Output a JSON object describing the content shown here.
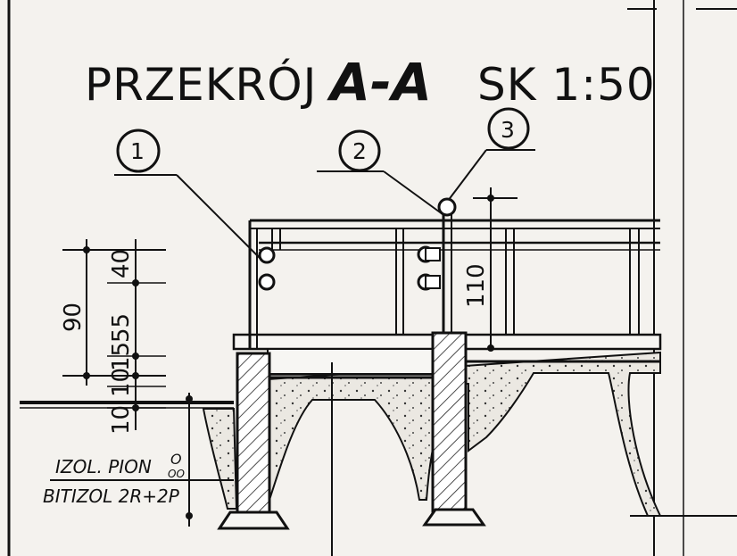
{
  "title": {
    "prefix": "PRZEKRÓJ",
    "section_mark": "A-A",
    "scale": "SK 1:50"
  },
  "callouts": [
    {
      "number": "1"
    },
    {
      "number": "2"
    },
    {
      "number": "3"
    }
  ],
  "dimensions": {
    "left_total": "90",
    "upper_span": "40",
    "mid_span": "55",
    "low_span": "10",
    "base_span": "10",
    "extra": "15",
    "rail_height": "110"
  },
  "notes": {
    "insulation_line1": "IZOL. PION",
    "insulation_superscript": "O",
    "insulation_sub": "OO",
    "insulation_line2": "BITIZOL 2R+2P"
  },
  "colors": {
    "ink": "#111111",
    "paper": "#f4f2ee",
    "concrete": "#d9d6cf"
  }
}
